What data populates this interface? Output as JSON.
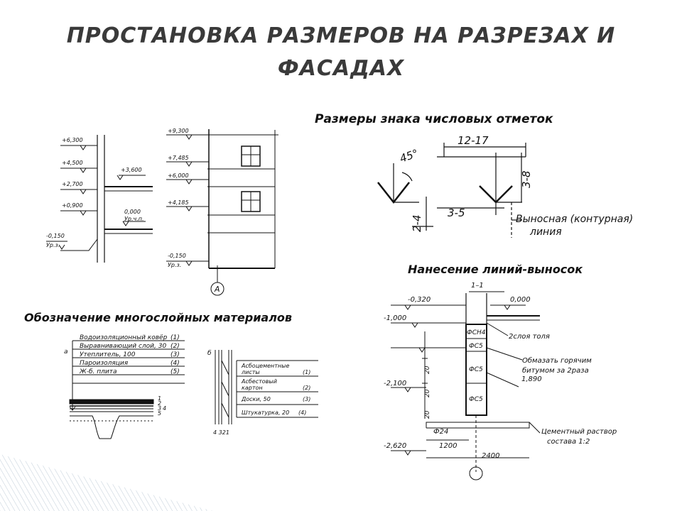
{
  "title": {
    "line1": "ПРОСТАНОВКА  РАЗМЕРОВ НА РАЗРЕЗАХ И",
    "line2": "ФАСАДАХ"
  },
  "headings": {
    "elevation_sign": "Размеры знака числовых отметок",
    "leaders": "Нанесение линий-выносок",
    "materials": "Обозначение многослойных материалов"
  },
  "section_drawing": {
    "marks": [
      "+6,300",
      "+4,500",
      "+3,600",
      "+2,700",
      "+0,900",
      "0,000",
      "Ур.ч.п.",
      "-0,150",
      "Ур.з."
    ]
  },
  "facade_drawing": {
    "marks": [
      "+9,300",
      "+7,485",
      "+6,000",
      "+4,185",
      "-0,150",
      "Ур.з."
    ],
    "axis": "А"
  },
  "elevation_sign": {
    "angle": "45°",
    "width": "12-17",
    "height": "3-8",
    "left_height": "2-4",
    "bottom": "3-5",
    "note_line1": "Выносная (контурная)",
    "note_line2": "линия"
  },
  "leader_drawing": {
    "section": "1–1",
    "marks": [
      "-0,320",
      "0,000",
      "-1,000",
      "-2,100",
      "-2,620",
      "1,890"
    ],
    "blocks": [
      "ФСН4",
      "ФС5",
      "ФС5",
      "ФС5"
    ],
    "labels": [
      "2слоя толя",
      "Обмазать горячим",
      "битумом за 2раза"
    ],
    "dims": [
      "20",
      "20",
      "20"
    ],
    "footing": "Ф24",
    "width_small": "1200",
    "width_big": "2400",
    "mortar1": "Цементный раствор",
    "mortar2": "состава 1:2"
  },
  "materials_a": {
    "tag": "а",
    "layers": [
      {
        "name": "Водоизоляционный ковёр",
        "num": "(1)"
      },
      {
        "name": "Выравнивающий слой, 30",
        "num": "(2)"
      },
      {
        "name": "Утеплитель, 100",
        "num": "(3)"
      },
      {
        "name": "Пароизоляция",
        "num": "(4)"
      },
      {
        "name": "Ж-б. плита",
        "num": "(5)"
      }
    ],
    "side_nums": [
      "1",
      "2",
      "3",
      "4",
      "5"
    ]
  },
  "materials_b": {
    "tag": "б",
    "layers": [
      {
        "name": "Асбоцементные",
        "num": ""
      },
      {
        "name": "листы",
        "num": "(1)"
      },
      {
        "name": "Асбестовый",
        "num": ""
      },
      {
        "name": "картон",
        "num": "(2)"
      },
      {
        "name": "Доски, 50",
        "num": "(3)"
      },
      {
        "name": "Штукатурка, 20",
        "num": "(4)"
      }
    ],
    "bottom_nums": "4 321"
  }
}
